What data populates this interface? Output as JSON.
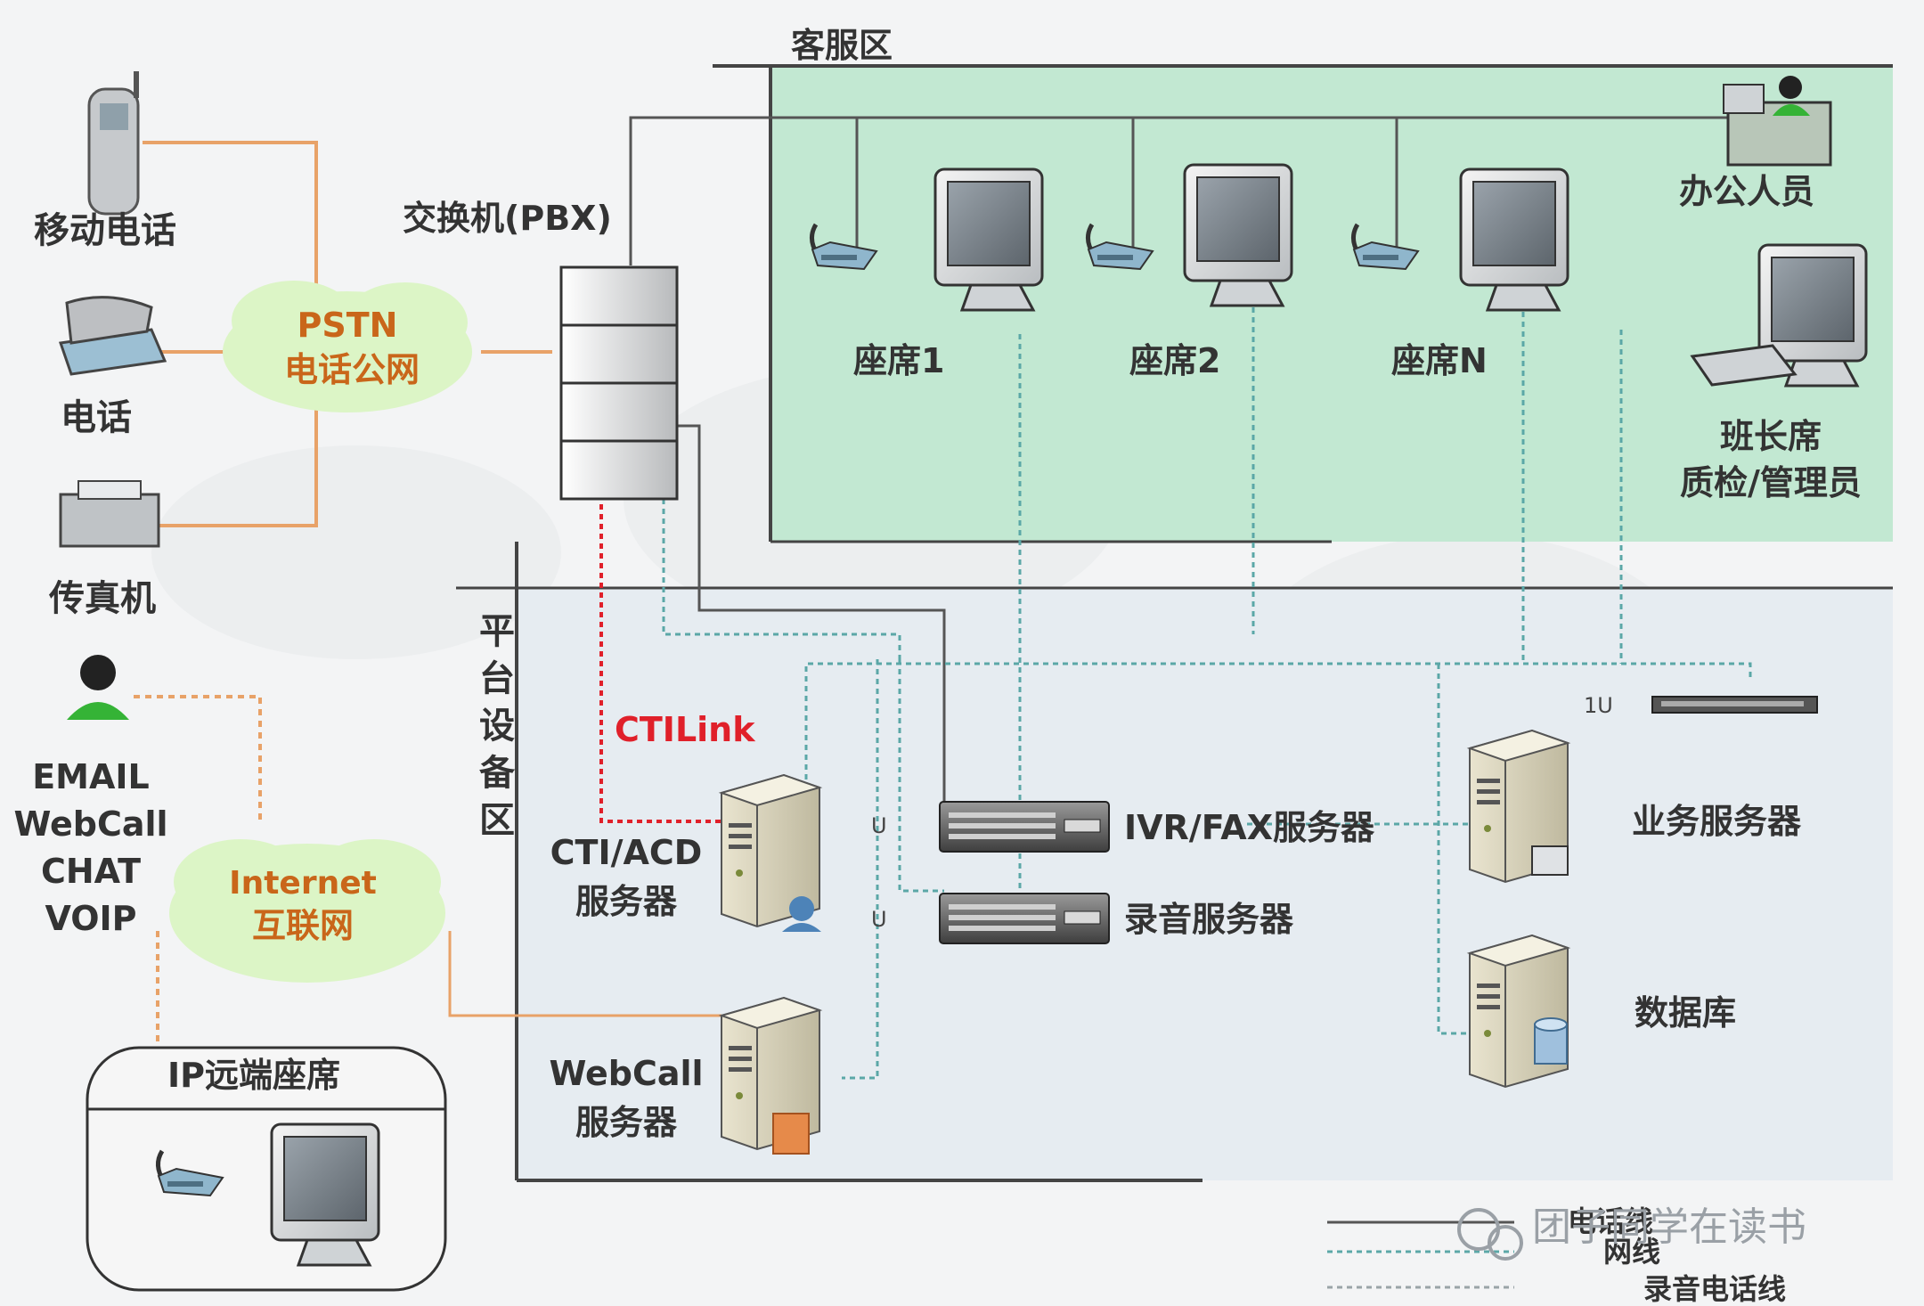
{
  "zones": {
    "service_zone": "客服区",
    "platform_zone": [
      "平",
      "台",
      "设",
      "备",
      "区"
    ]
  },
  "nodes": {
    "mobile_phone": "移动电话",
    "telephone": "电话",
    "fax": "传真机",
    "pstn_line1": "PSTN",
    "pstn_line2": "电话公网",
    "pbx": "交换机(PBX)",
    "internet_channels": [
      "EMAIL",
      "WebCall",
      "CHAT",
      "VOIP"
    ],
    "internet_line1": "Internet",
    "internet_line2": "互联网",
    "ip_remote": "IP远端座席",
    "seat1": "座席1",
    "seat2": "座席2",
    "seatN": "座席N",
    "office_staff": "办公人员",
    "supervisor_line1": "班长席",
    "supervisor_line2": "质检/管理员",
    "ctilink": "CTILink",
    "cti_server_line1": "CTI/ACD",
    "cti_server_line2": "服务器",
    "ivr_server": "IVR/FAX服务器",
    "record_server": "录音服务器",
    "webcall_line1": "WebCall",
    "webcall_line2": "服务器",
    "biz_server": "业务服务器",
    "database": "数据库",
    "u_mark1": "1U",
    "u_mark2": "U",
    "u_mark3": "U"
  },
  "legend": [
    "电话线",
    "网线",
    "录音电话线"
  ],
  "watermark": "团子同学在读书",
  "colors": {
    "service_zone_fill": "#c2e8d2",
    "platform_zone_fill": "#e6ecf1",
    "cloud_fill": "#dcf5c6",
    "cloud_text": "#c9661a",
    "orange_line": "#e8a268",
    "network_line": "#5ba7a7",
    "phone_line": "#555555",
    "ctilink": "#e0202a"
  }
}
